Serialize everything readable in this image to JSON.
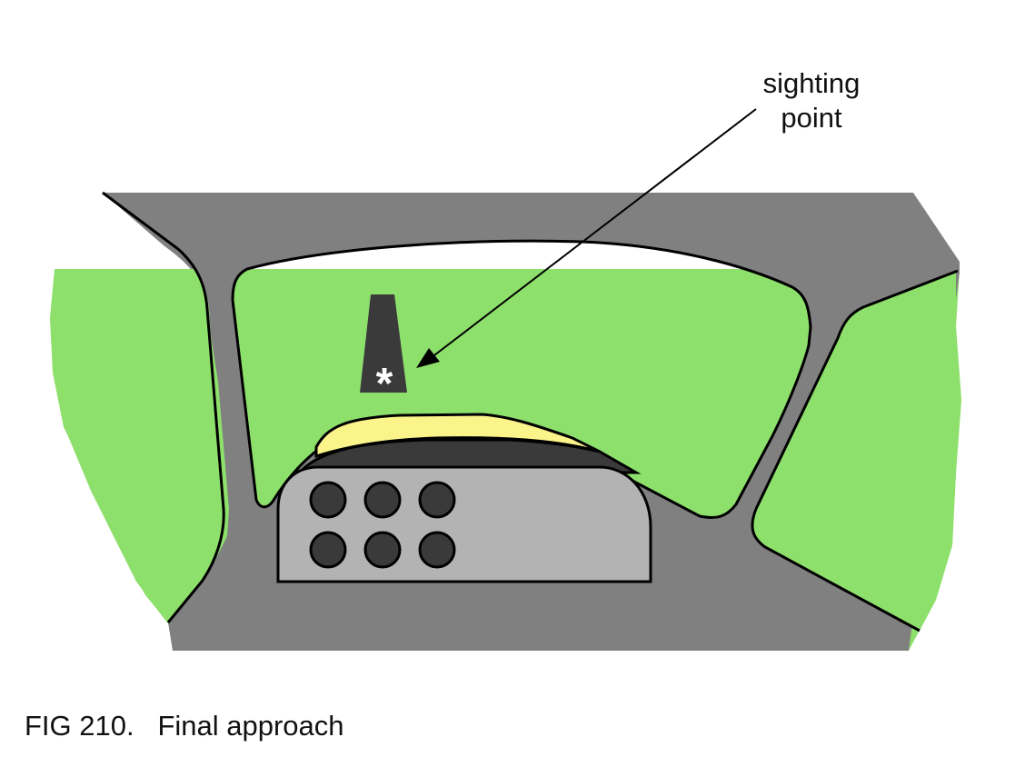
{
  "figure": {
    "number": "FIG 210.",
    "title": "Final approach"
  },
  "annotation": {
    "line1": "sighting",
    "line2": "point"
  },
  "runway": {
    "marker_symbol": "*"
  },
  "instrument_panel": {
    "gauge_rows": 2,
    "gauge_columns": 3
  },
  "colors": {
    "ground": "#8ee06c",
    "sky": "#ffffff",
    "frame": "#808080",
    "runway": "#3a3a3a",
    "cowling": "#3a3a3a",
    "cowling_highlight": "#fbf48a",
    "panel": "#b3b3b3",
    "gauge": "#3a3a3a",
    "outline": "#000000"
  }
}
